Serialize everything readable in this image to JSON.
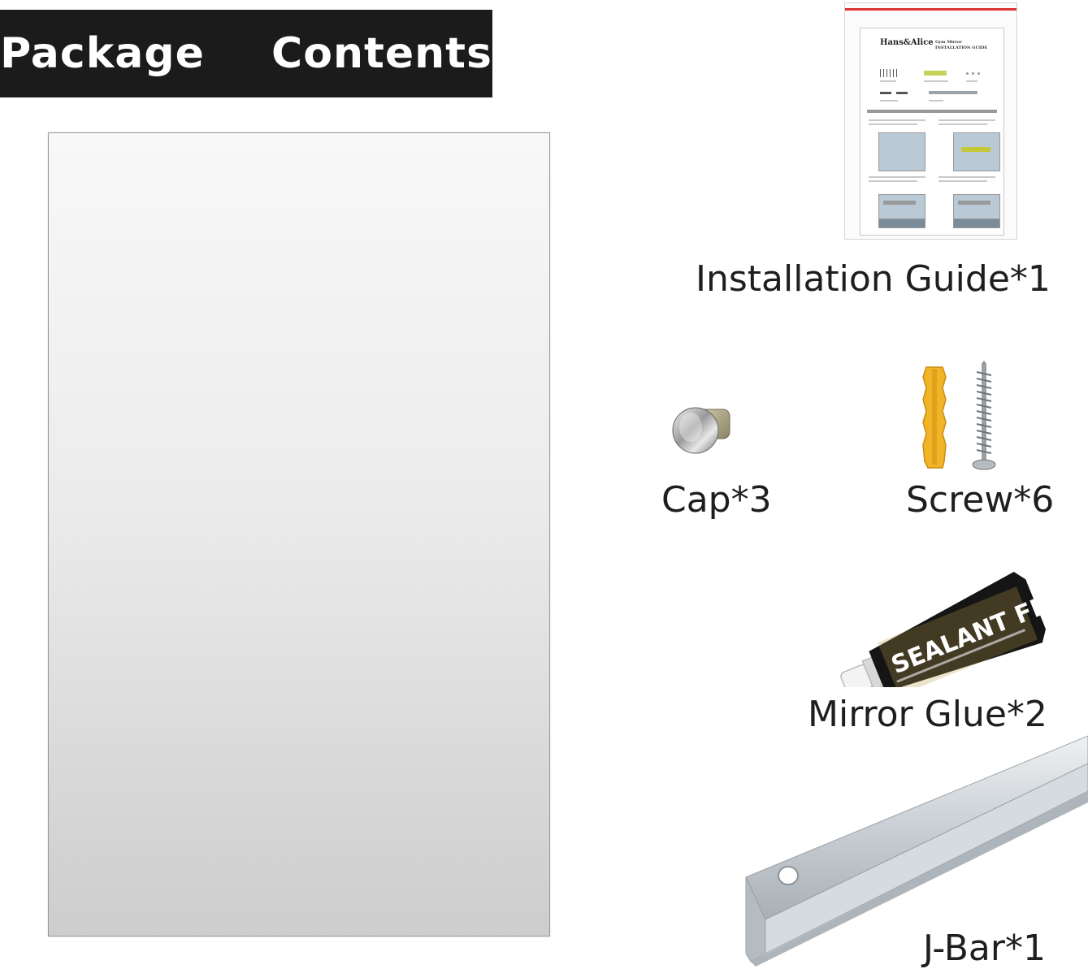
{
  "banner": {
    "title": "Package  Contents"
  },
  "guide": {
    "brand": "Hans&Alice",
    "doc_title_line1": "Gym Mirror",
    "doc_title_line2": "INSTALLATION GUIDE"
  },
  "items": {
    "installation_guide": "Installation Guide*1",
    "cap": "Cap*3",
    "screw": "Screw*6",
    "mirror_glue": "Mirror Glue*2",
    "j_bar": "J-Bar*1"
  },
  "glue_tube": {
    "brand_text": "SEALANT FIX"
  },
  "colors": {
    "banner_bg": "#1b1b1b",
    "anchor_yellow": "#f2b427",
    "tube_black": "#151515",
    "aluminum": "#c9cfd4"
  }
}
